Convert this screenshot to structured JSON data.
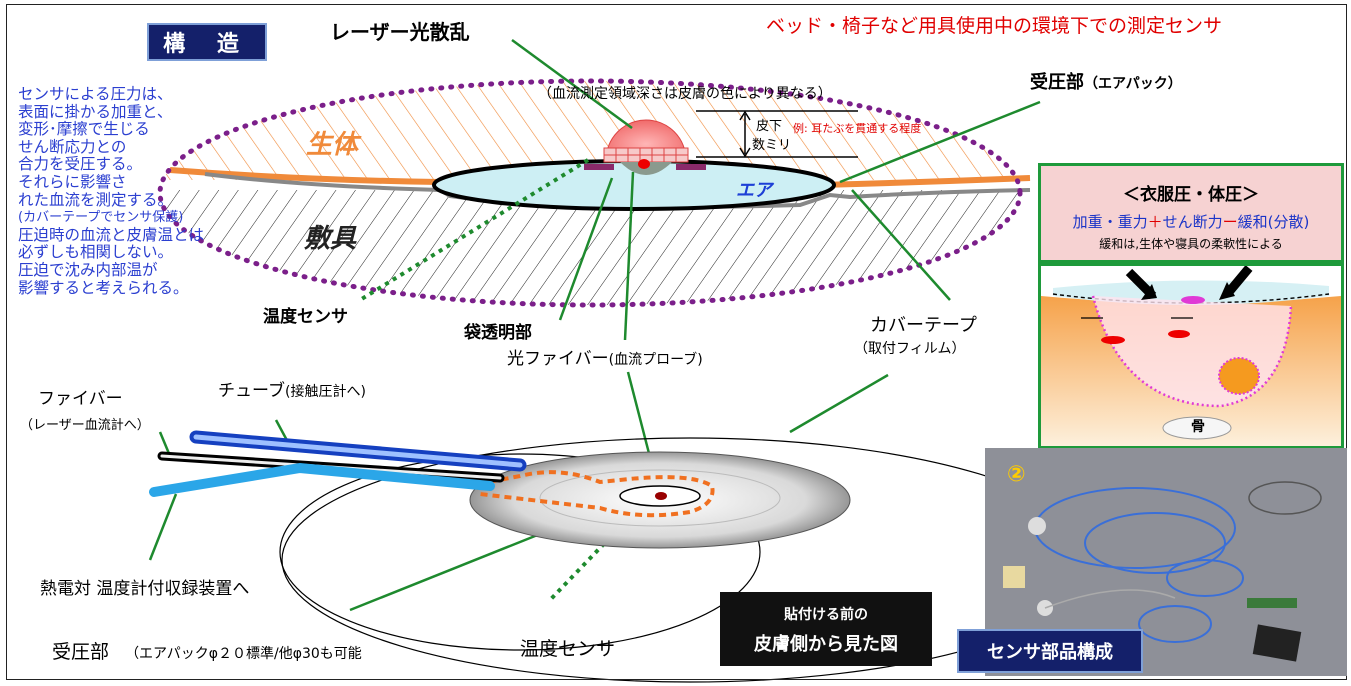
{
  "title": "構 造",
  "headline": "ベッド・椅子など用具使用中の環境下での測定センサ",
  "labels": {
    "laser": "レーザー光散乱",
    "depth_note": "（血流測定領域深さは皮膚の色により異なる）",
    "subcutaneous": "皮下",
    "few_mm": "数ミリ",
    "example": "例: 耳たぶを貫通する程度",
    "pressure_part": "受圧部",
    "pressure_part_paren": "（エアパック）",
    "body": "生体",
    "bedding": "敷具",
    "air": "エア",
    "temp_sensor": "温度センサ",
    "bag_window": "袋透明部",
    "optical_fiber": "光ファイバー",
    "optical_fiber_paren": "(血流プローブ)",
    "cover_tape": "カバーテープ",
    "cover_tape_paren": "（取付フィルム）",
    "fiber": "ファイバー",
    "fiber_paren": "（レーザー血流計へ）",
    "tube": "チューブ",
    "tube_paren": "(接触圧計へ)",
    "thermocouple": "熱電対 温度計付収録装置へ",
    "pressure_bottom": "受圧部",
    "pressure_bottom_paren": "（エアパックφ２０標準/他φ30も可能",
    "temp_sensor_bottom": "温度センサ"
  },
  "blue_note": [
    "センサによる圧力は、",
    "表面に掛かる加重と、",
    "変形･摩擦で生じる",
    "せん断応力との",
    "合力を受圧する。",
    "それらに影響さ",
    "れた血流を測定する。",
    "(カバーテープでセンサ保護)",
    "圧迫時の血流と皮膚温とは",
    "必ずしも相関しない。",
    "圧迫で沈み内部温が",
    "影響すると考えられる。"
  ],
  "panel": {
    "title": "＜衣服圧・体圧＞",
    "formula_a": "加重・重力",
    "plus": "＋",
    "formula_b": "せん断力",
    "minus": "ー",
    "formula_c": "緩和(分散)",
    "note": "緩和は,生体や寝具の柔軟性による",
    "bone": "骨"
  },
  "photo": {
    "number": "②",
    "caption": "センサ部品構成"
  },
  "view_caption": {
    "line1": "貼付ける前の",
    "line2": "皮膚側から見た図"
  },
  "colors": {
    "accent_red": "#e00000",
    "note_blue": "#2b3fd0",
    "leader_green": "#1e8a2e",
    "dotted_purple": "#7b1f8a",
    "hatch_orange": "#f08a3a",
    "title_navy": "#14206a"
  }
}
